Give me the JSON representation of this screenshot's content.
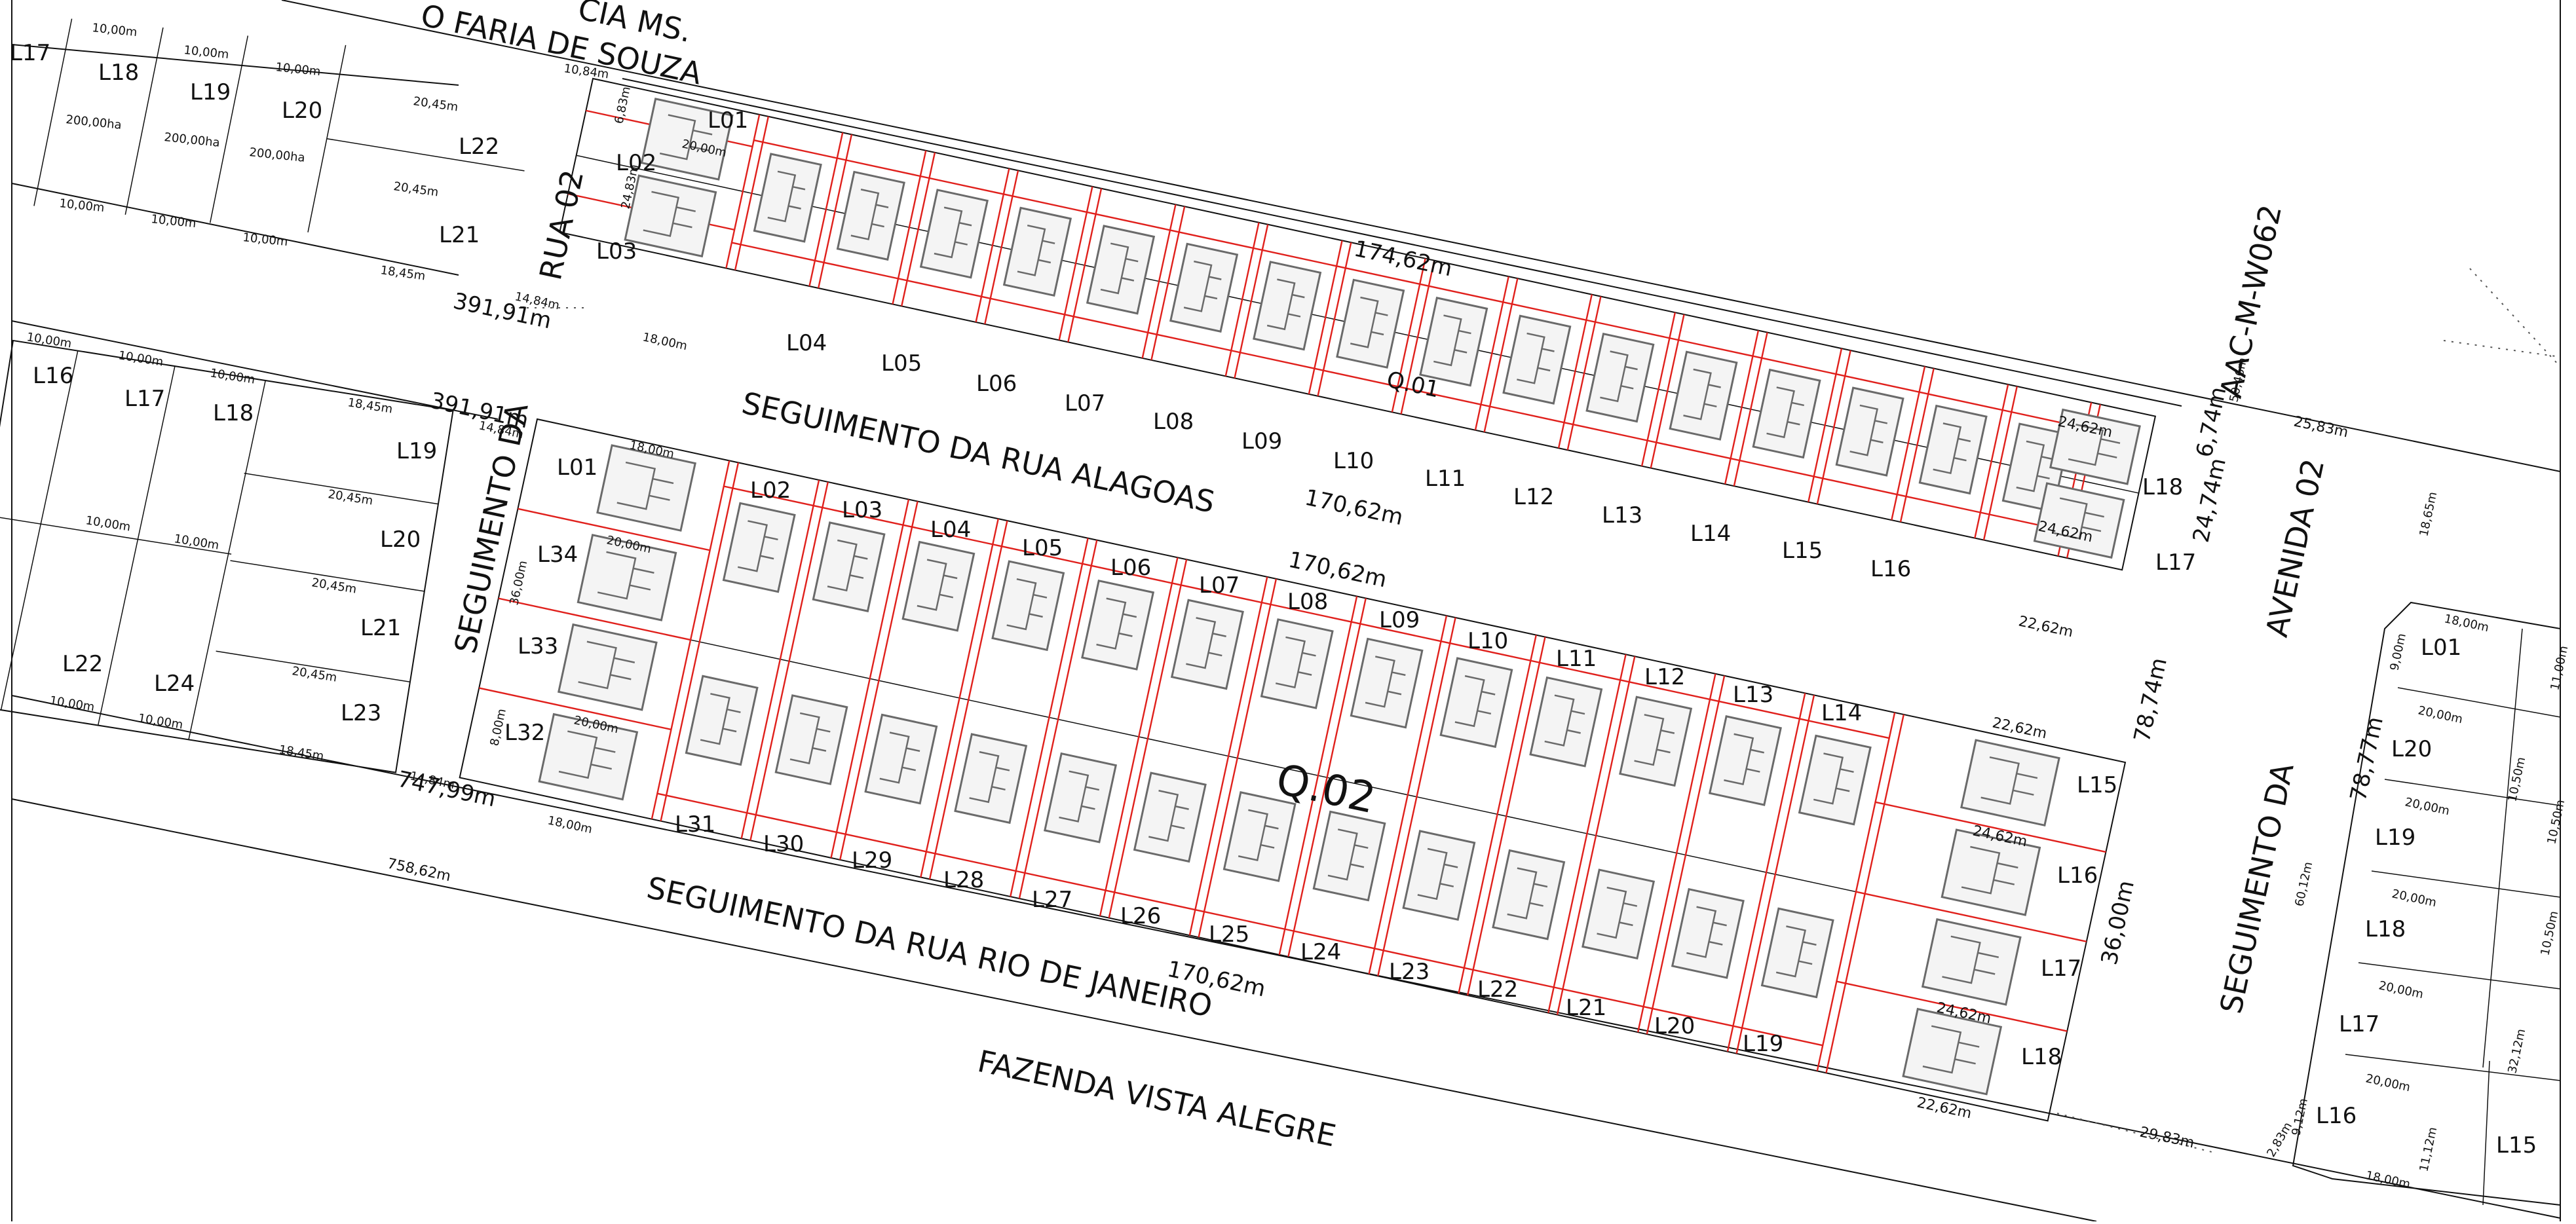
{
  "streets": {
    "top_partial": "CIA MS.",
    "top_name": "O FARIA DE SOUZA",
    "rua02": "RUA 02",
    "alagoas": "SEGUIMENTO DA RUA ALAGOAS",
    "rio_janeiro": "SEGUIMENTO DA RUA RIO DE JANEIRO",
    "fazenda": "FAZENDA VISTA ALEGRE",
    "seguimento_left": "SEGUIMENTO DA",
    "seguimento_right": "SEGUIMENTO DA",
    "avenida02": "AVENIDA 02",
    "aac": "AAC-M-W062"
  },
  "blocks": {
    "q01": "Q.01",
    "q02": "Q.02"
  },
  "dimensions": {
    "top_main": "174,62m",
    "alagoas_top": "170,62m",
    "alagoas_bottom": "170,62m",
    "rj_bottom": "170,62m",
    "left_a": "391,91m",
    "left_b": "391,91m",
    "left_c": "747,99m",
    "bottom_long": "758,62m",
    "right_a": "6,74m",
    "right_b": "24,74m",
    "right_c": "78,74m",
    "right_d": "36,00m",
    "far_right": "78,77m",
    "avenue_w": "25,83m",
    "corner_br": "29,83m",
    "ten": "10,00m",
    "twenty": "20,00m",
    "eighteen": "18,00m",
    "eight": "8,00m",
    "q1_end": "24,62m",
    "q2_end": "22,62m",
    "w2045": "20,45m",
    "w1845": "18,45m",
    "w1084": "10,84m",
    "w1484": "14,84m",
    "w683": "6,83m",
    "w2483": "24,83m",
    "w283": "2,83m",
    "w1865": "18,65m",
    "w3600": "36,00m",
    "ha200": "200,00ha",
    "w1050": "10,50m",
    "w3212": "32,12m",
    "w6012": "60,12m",
    "w1112": "11,12m",
    "w912": "9,12m",
    "w900": "9,00m",
    "w1100": "11,00m",
    "w50046": "50,46m"
  },
  "q01_lots_top": [
    "L01",
    "L02",
    "L03",
    "L04",
    "L05",
    "L06",
    "L07",
    "L08",
    "L09",
    "L10",
    "L11",
    "L12",
    "L13",
    "L14",
    "L15",
    "L16",
    "L17",
    "L18"
  ],
  "q02_lots_top": [
    "L01",
    "L02",
    "L03",
    "L04",
    "L05",
    "L06",
    "L07",
    "L08",
    "L09",
    "L10",
    "L11",
    "L12",
    "L13",
    "L14",
    "L15"
  ],
  "q02_lots_bottom": [
    "L31",
    "L30",
    "L29",
    "L28",
    "L27",
    "L26",
    "L25",
    "L24",
    "L23",
    "L22",
    "L21",
    "L20",
    "L19"
  ],
  "q02_lots_right": [
    "L16",
    "L17",
    "L18"
  ],
  "q02_lots_left": [
    "L34",
    "L33",
    "L32"
  ],
  "west_lots": {
    "top": [
      "L17",
      "L18",
      "L19",
      "L20",
      "L22",
      "L21"
    ],
    "mid": [
      "L16",
      "L17",
      "L18",
      "L19",
      "L20",
      "L21",
      "L22",
      "L24",
      "L23"
    ]
  },
  "east_lots": [
    "L01",
    "L20",
    "L19",
    "L18",
    "L17",
    "L16",
    "L15"
  ],
  "colors": {
    "boundary": "#111111",
    "lot_division": "#e0201c",
    "house": "#6a6a6a"
  }
}
